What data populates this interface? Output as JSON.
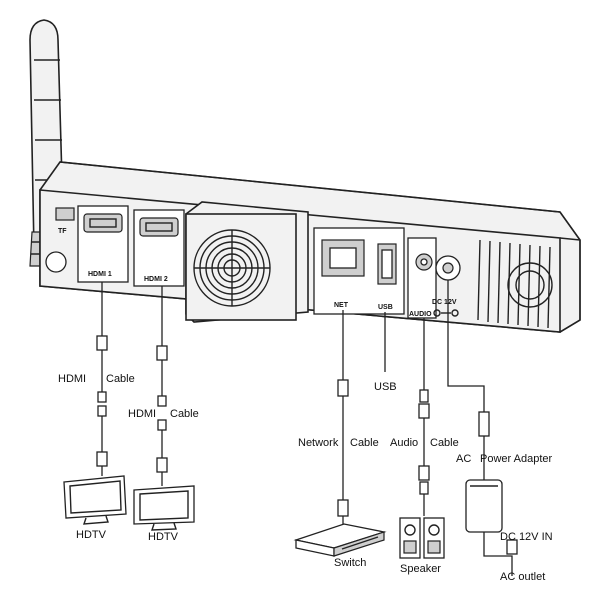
{
  "ports": {
    "hdmi1": "HDMI 1",
    "hdmi2": "HDMI 2",
    "net": "NET",
    "usb": "USB",
    "audio": "AUDIO",
    "dc": "DC 12V",
    "tf": "TF"
  },
  "labels": {
    "hdmi_cable_1_left": "HDMI",
    "hdmi_cable_1_right": "Cable",
    "hdmi_cable_2_left": "HDMI",
    "hdmi_cable_2_right": "Cable",
    "hdtv_1": "HDTV",
    "hdtv_2": "HDTV",
    "usb": "USB",
    "network_cable_left": "Network",
    "network_cable_right": "Cable",
    "audio_cable_left": "Audio",
    "audio_cable_right": "Cable",
    "switch": "Switch",
    "speaker": "Speaker",
    "ac_adapter_left": "AC",
    "ac_adapter_right": "Power Adapter",
    "dc_in": "DC 12V IN",
    "ac_outlet": "AC outlet"
  }
}
